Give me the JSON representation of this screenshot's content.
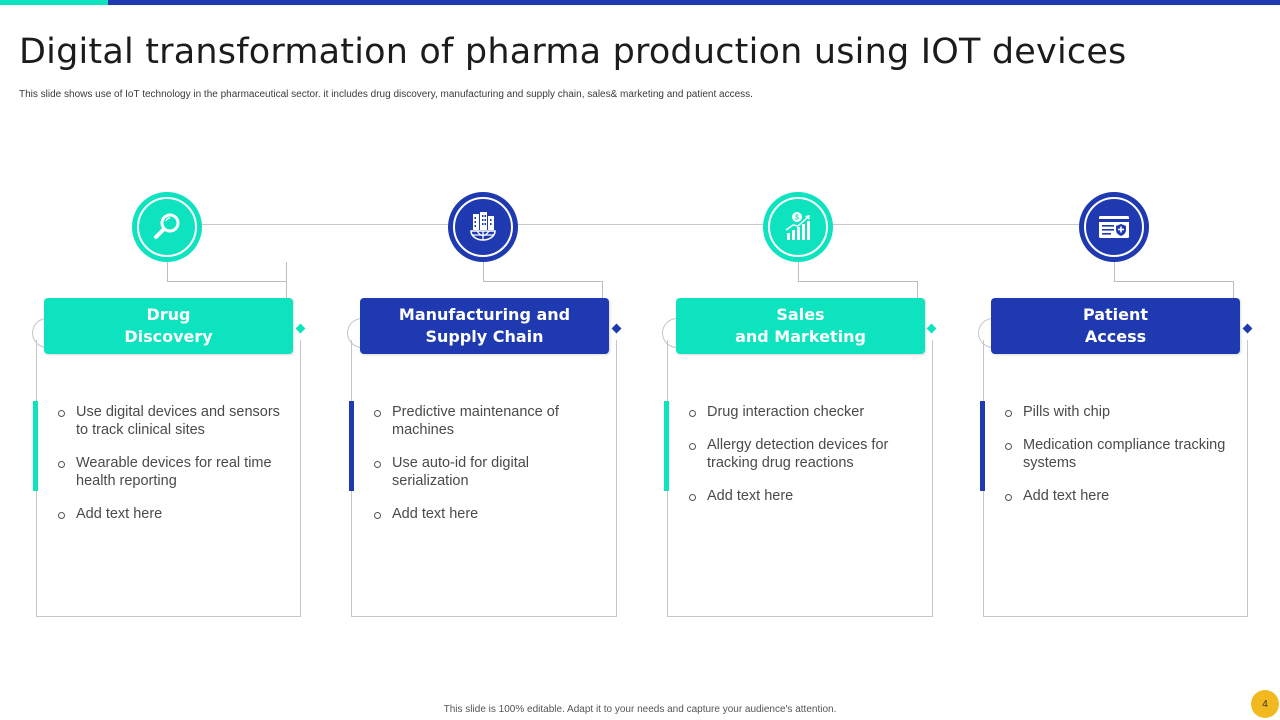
{
  "slide": {
    "title": "Digital transformation of pharma production using IOT devices",
    "subtitle": "This slide shows use of IoT technology in the pharmaceutical sector. it includes drug discovery, manufacturing and supply chain, sales& marketing and patient access.",
    "footer": "This slide is 100% editable.  Adapt it to your needs and capture your audience's attention.",
    "page_number": "4"
  },
  "colors": {
    "teal": "#0ee3c0",
    "blue": "#1f3ab0",
    "badge": "#f1b81f"
  },
  "columns": [
    {
      "icon": "magnifier-icon",
      "color": "teal",
      "title_line1": "Drug",
      "title_line2": "Discovery",
      "bullets": [
        "Use digital devices and sensors to track clinical sites",
        "Wearable devices for real time health reporting",
        "Add text here"
      ]
    },
    {
      "icon": "factory-globe-icon",
      "color": "blue",
      "title_line1": "Manufacturing and",
      "title_line2": "Supply Chain",
      "bullets": [
        "Predictive maintenance of machines",
        "Use auto-id for digital serialization",
        "Add text here"
      ]
    },
    {
      "icon": "sales-chart-icon",
      "color": "teal",
      "title_line1": "Sales",
      "title_line2": "and Marketing",
      "bullets": [
        "Drug interaction checker",
        "Allergy detection devices for tracking drug reactions",
        "Add text here"
      ]
    },
    {
      "icon": "medical-card-icon",
      "color": "blue",
      "title_line1": "Patient",
      "title_line2": "Access",
      "bullets": [
        "Pills with chip",
        "Medication compliance tracking systems",
        "Add text here"
      ]
    }
  ]
}
